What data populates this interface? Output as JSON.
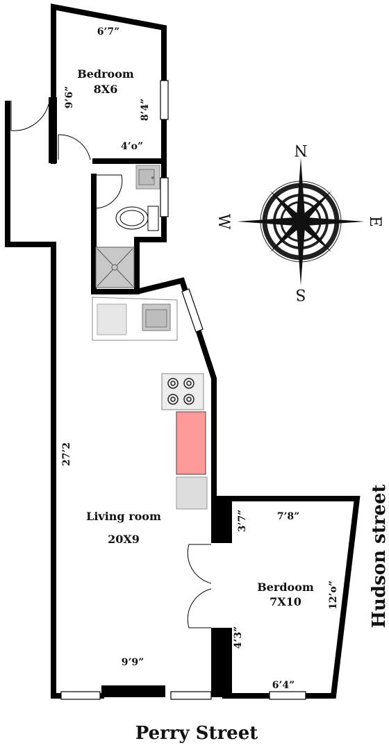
{
  "rooms": {
    "bedroom_top": {
      "name": "Bedroom",
      "size": "8X6"
    },
    "living": {
      "name": "Living room",
      "size": "20X9"
    },
    "bedroom_right": {
      "name": "Berdoom",
      "size": "7X10"
    }
  },
  "dimensions": {
    "top_width": "6’7”",
    "top_left": "9’6”",
    "top_right": "8’4”",
    "top_bottom": "4’o”",
    "living_side": "27’2",
    "living_bottom": "9’9”",
    "right_top": "7’8”",
    "right_left_upper": "3’7”",
    "right_left_lower": "4’3”",
    "right_side": "12’o”",
    "right_bottom": "6’4”"
  },
  "streets": {
    "bottom": "Perry Street",
    "right": "Hudson street"
  },
  "compass": {
    "n": "N",
    "s": "S",
    "e": "E",
    "w": "W"
  },
  "colors": {
    "wall": "#000000",
    "counter": "#ff9a9a",
    "fixture_gray": "#c8c8c8"
  }
}
